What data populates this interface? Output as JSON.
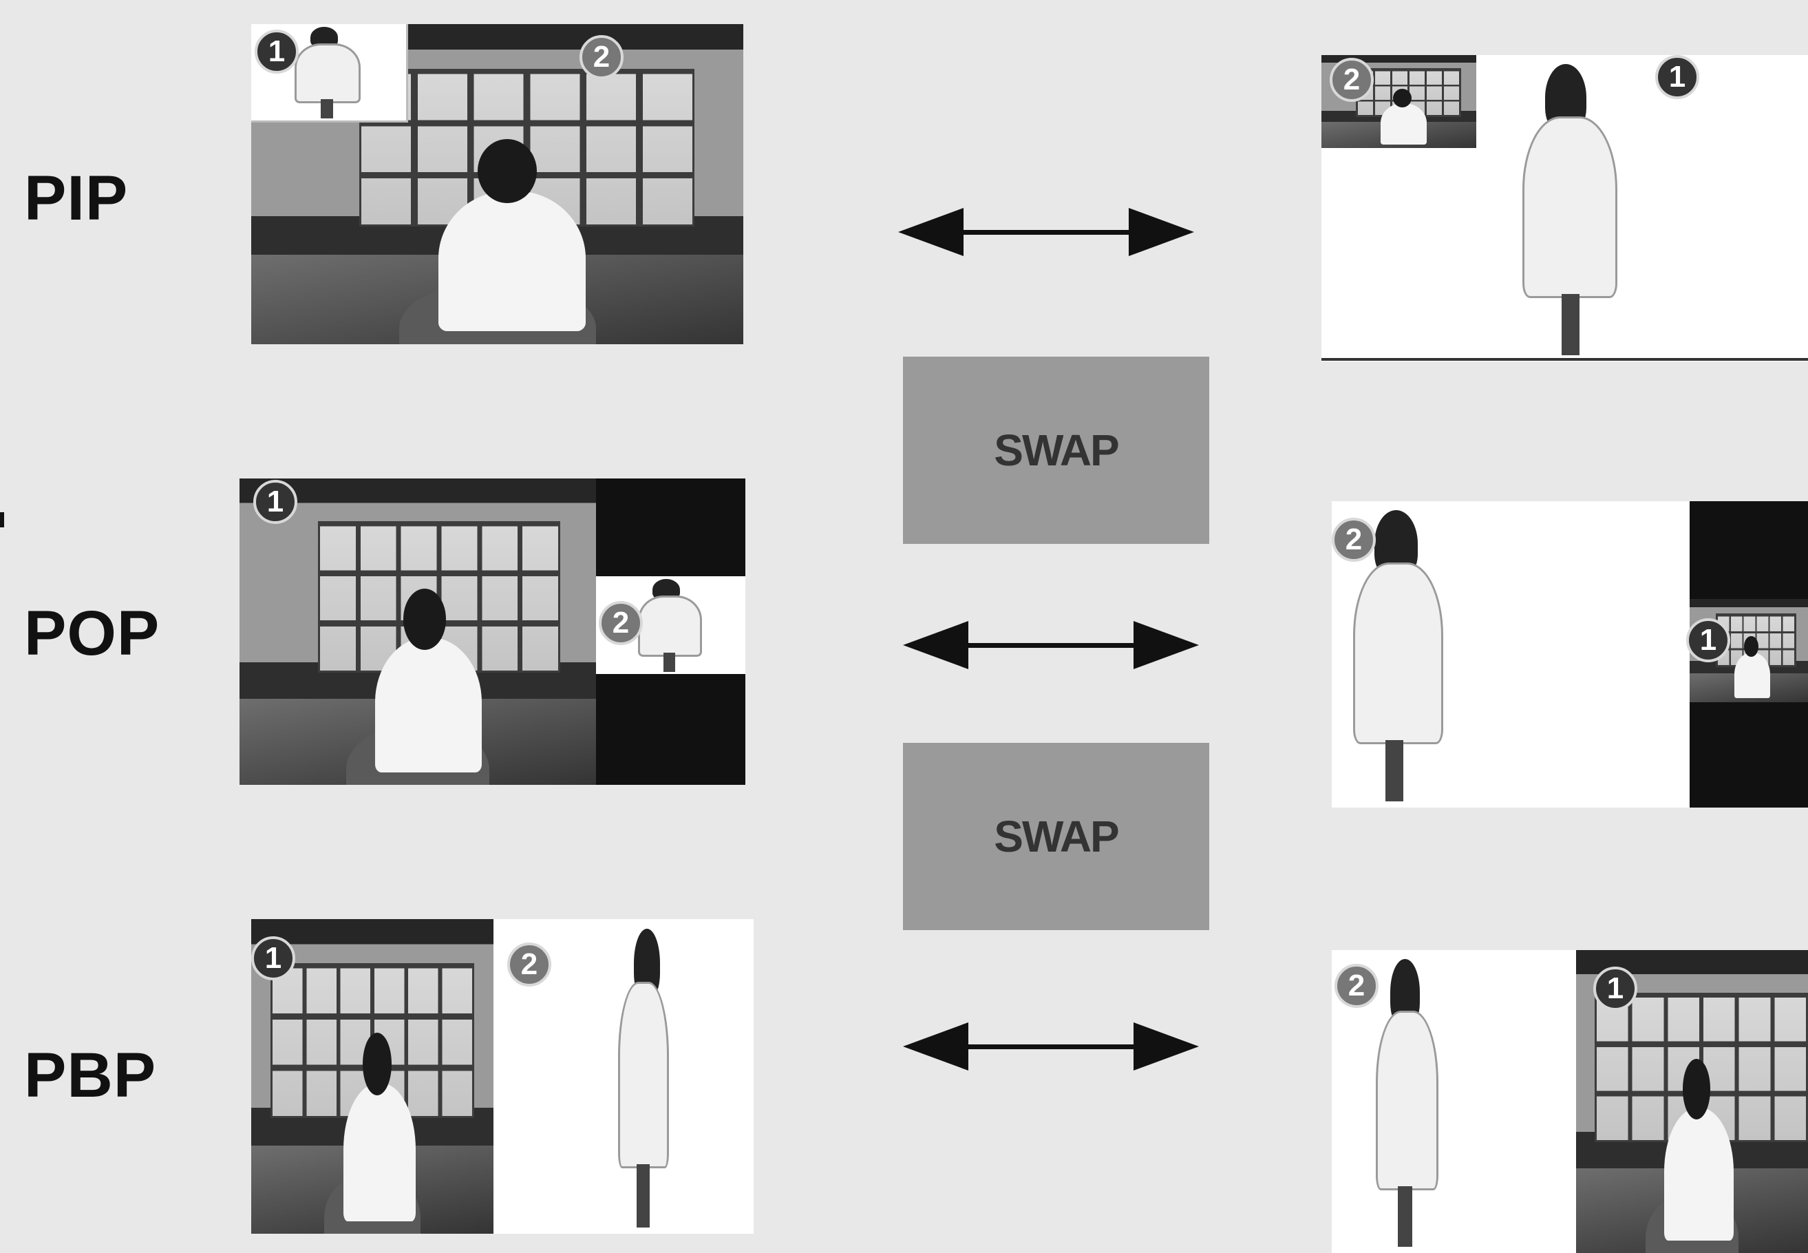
{
  "modes": {
    "pip": "PIP",
    "pop": "POP",
    "pbp": "PBP"
  },
  "buttons": {
    "swap_1": "SWAP",
    "swap_2": "SWAP"
  },
  "badges": {
    "one": "1",
    "two": "2"
  },
  "icons": {
    "arrow": "double-headed-arrow"
  },
  "colors": {
    "background": "#e8e8e8",
    "swap_box": "#9a9a9a",
    "text": "#111111"
  }
}
